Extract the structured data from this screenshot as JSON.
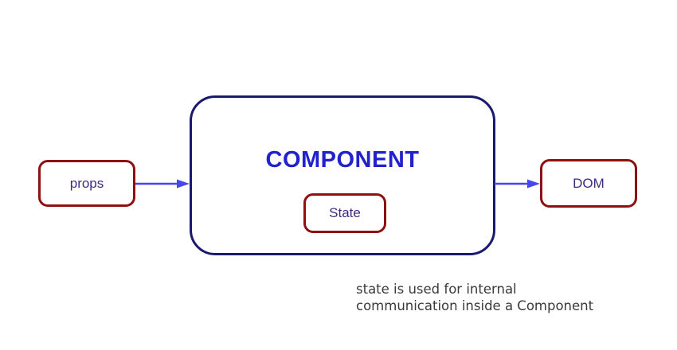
{
  "nodes": {
    "props": {
      "label": "props"
    },
    "component": {
      "label": "COMPONENT"
    },
    "state": {
      "label": "State"
    },
    "dom": {
      "label": "DOM"
    }
  },
  "arrows": [
    {
      "name": "props-to-component"
    },
    {
      "name": "component-to-dom"
    }
  ],
  "caption": {
    "line1": "state is used for internal",
    "line2": "communication inside a Component"
  },
  "colors": {
    "background": "#ffffff",
    "node_border_red": "#8e1111",
    "component_border_navy": "#191970",
    "component_label_blue": "#2222cc",
    "node_label_purple": "#3f2b7e",
    "arrow_blue": "#4646ee",
    "caption_gray": "#3a3a3a"
  }
}
